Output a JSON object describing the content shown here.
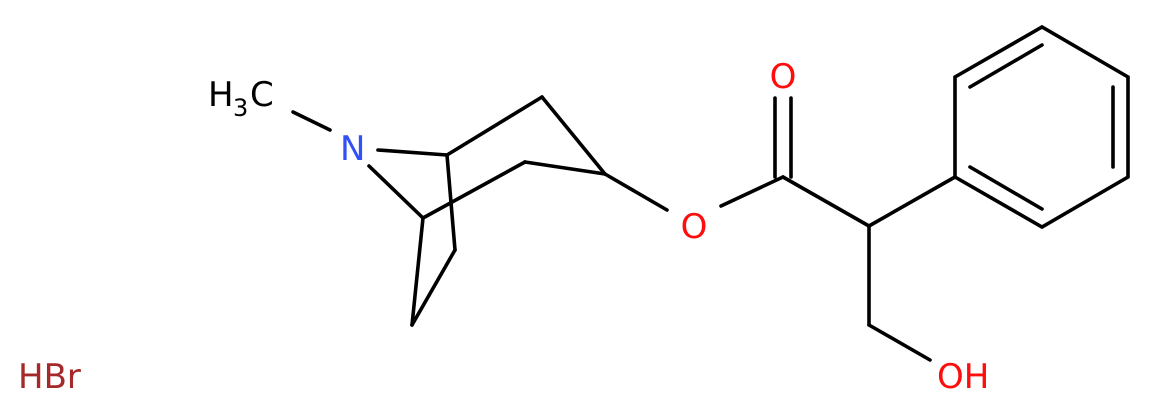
{
  "molecule": {
    "atoms": {
      "n_label": "N",
      "methyl_label": "H",
      "methyl_sub": "3",
      "methyl_tail": "C",
      "ester_o_label": "O",
      "carbonyl_o_label": "O",
      "hydroxyl_label": "OH",
      "counterion_label": "HBr"
    },
    "colors": {
      "bond": "#000000",
      "nitrogen": "#3050F8",
      "oxygen": "#FF0D0D",
      "bromide": "#A62929",
      "carbon_text": "#000000"
    }
  }
}
